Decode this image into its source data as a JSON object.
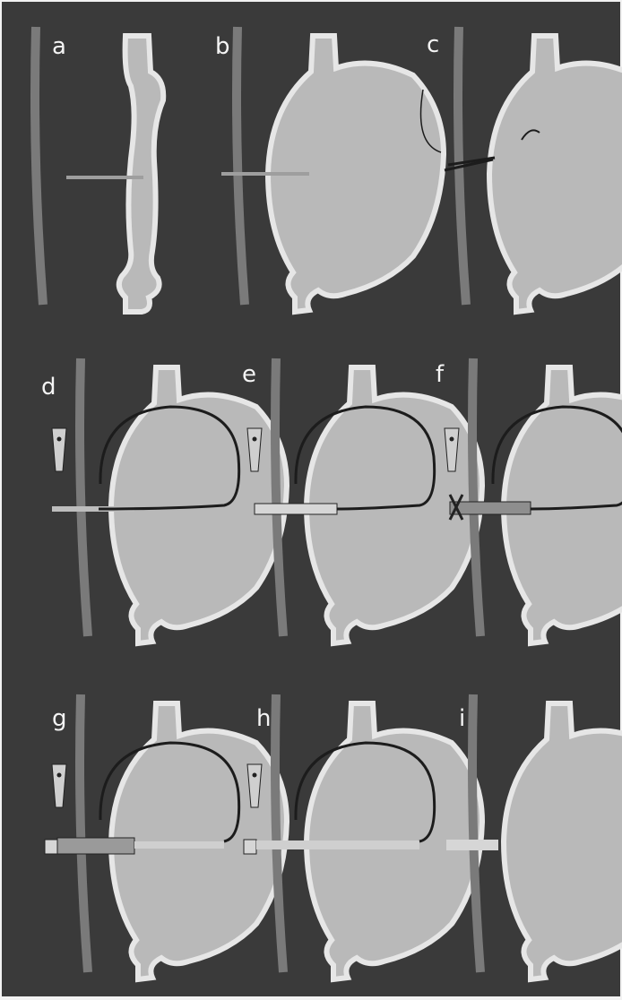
{
  "panels": [
    {
      "label": "a"
    },
    {
      "label": "b"
    },
    {
      "label": "c"
    },
    {
      "label": "d"
    },
    {
      "label": "e"
    },
    {
      "label": "f"
    },
    {
      "label": "g"
    },
    {
      "label": "h"
    },
    {
      "label": "i"
    }
  ],
  "colors": {
    "background": "#3a3a3a",
    "page": "#f2f2f2",
    "wall": "#7a7a7a",
    "organ_fill": "#b9b9b9",
    "organ_outline": "#e6e6e6",
    "wire": "#1c1c1c",
    "needle": "#9e9e9e",
    "label": "#f4f4f4"
  }
}
